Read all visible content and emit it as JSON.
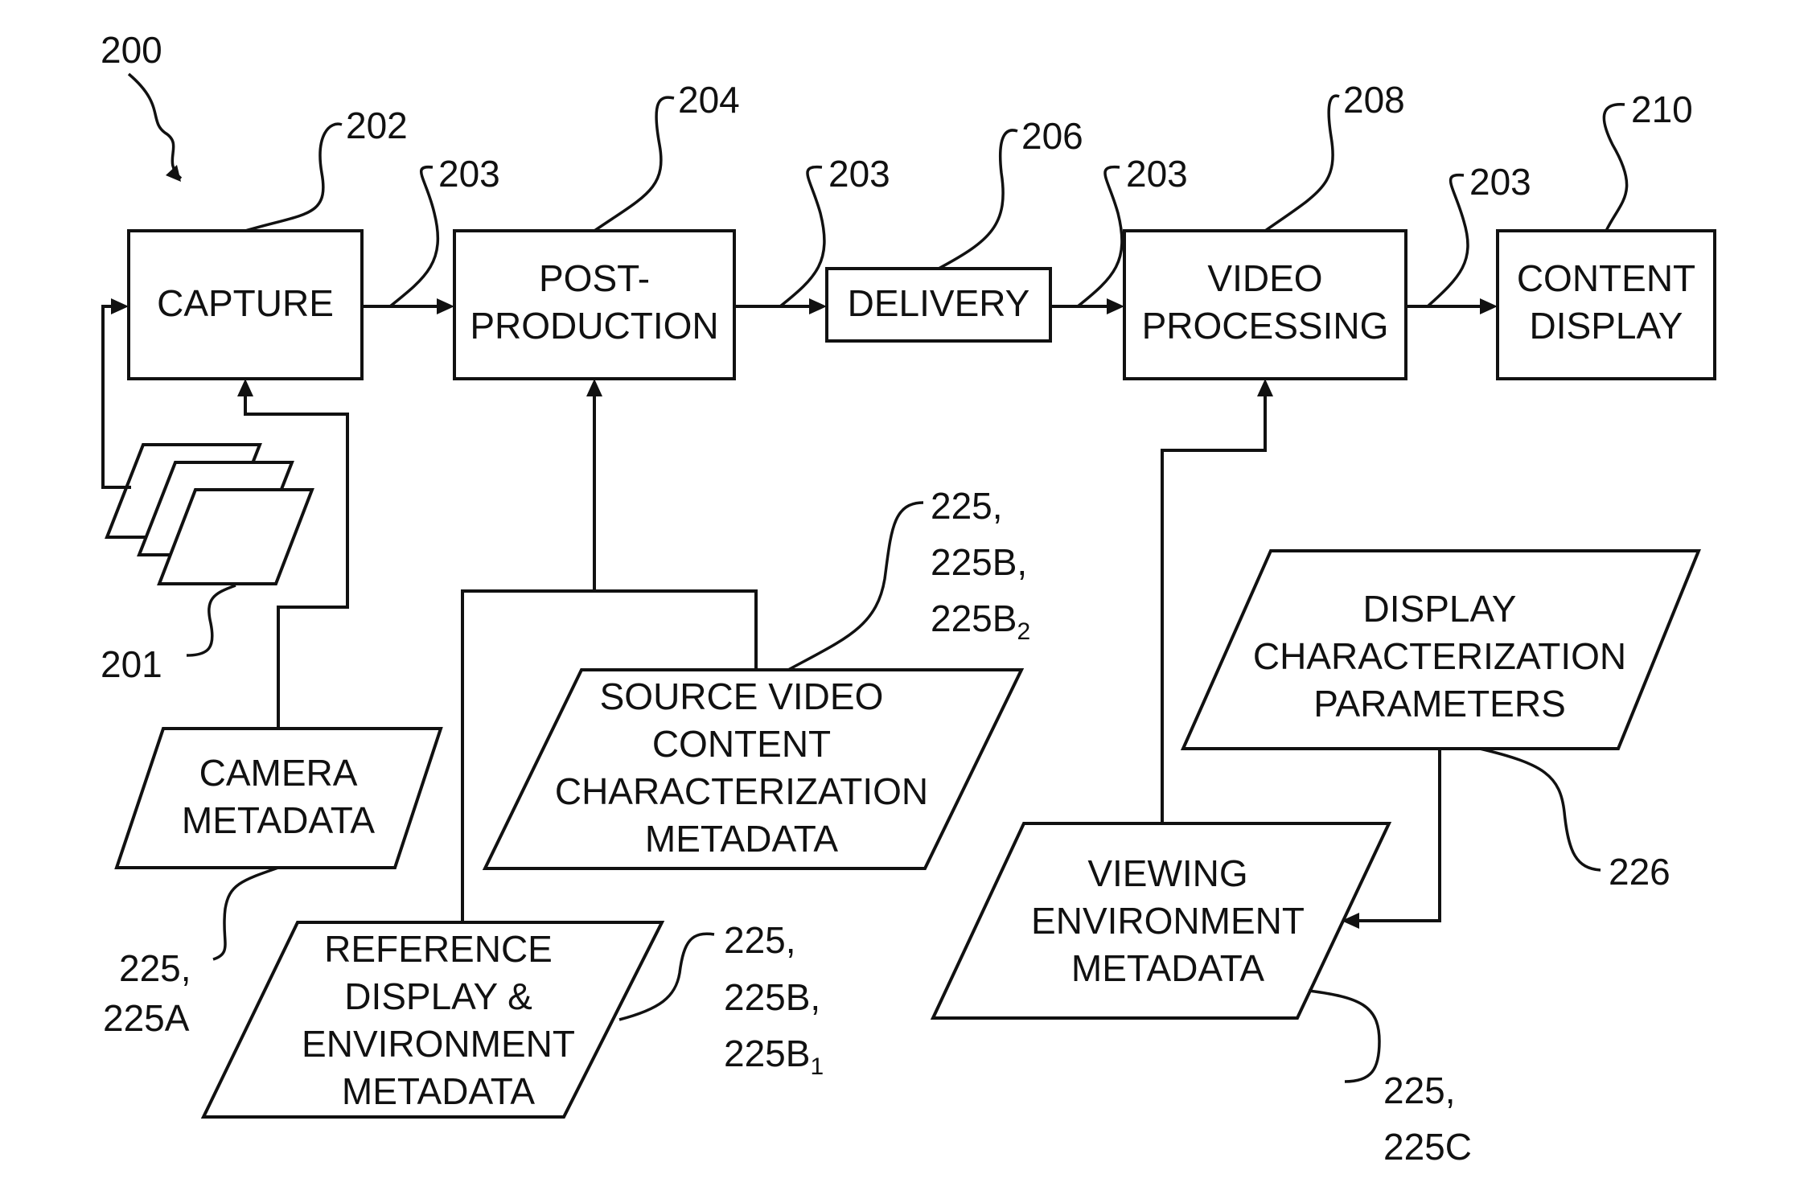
{
  "figure_label": "200",
  "blocks": {
    "capture": {
      "lines": [
        "CAPTURE"
      ],
      "ref": "202"
    },
    "post_production": {
      "lines": [
        "POST-",
        "PRODUCTION"
      ],
      "ref": "204"
    },
    "delivery": {
      "lines": [
        "DELIVERY"
      ],
      "ref": "206"
    },
    "video_processing": {
      "lines": [
        "VIDEO",
        "PROCESSING"
      ],
      "ref": "208"
    },
    "content_display": {
      "lines": [
        "CONTENT",
        "DISPLAY"
      ],
      "ref": "210"
    }
  },
  "flow_ref": "203",
  "frames_ref": "201",
  "metadata": {
    "camera": {
      "lines": [
        "CAMERA",
        "METADATA"
      ],
      "ref_lines": [
        "225,",
        "225A"
      ]
    },
    "reference_display": {
      "lines": [
        "REFERENCE",
        "DISPLAY &",
        "ENVIRONMENT",
        "METADATA"
      ],
      "ref_lines": [
        "225,",
        "225B,",
        "225B",
        "1"
      ]
    },
    "source_video": {
      "lines": [
        "SOURCE VIDEO",
        "CONTENT",
        "CHARACTERIZATION",
        "METADATA"
      ],
      "ref_lines": [
        "225,",
        "225B,",
        "225B",
        "2"
      ]
    },
    "viewing_environment": {
      "lines": [
        "VIEWING",
        "ENVIRONMENT",
        "METADATA"
      ],
      "ref_lines": [
        "225,",
        "225C"
      ]
    },
    "display_characterization": {
      "lines": [
        "DISPLAY",
        "CHARACTERIZATION",
        "PARAMETERS"
      ],
      "ref": "226"
    }
  }
}
